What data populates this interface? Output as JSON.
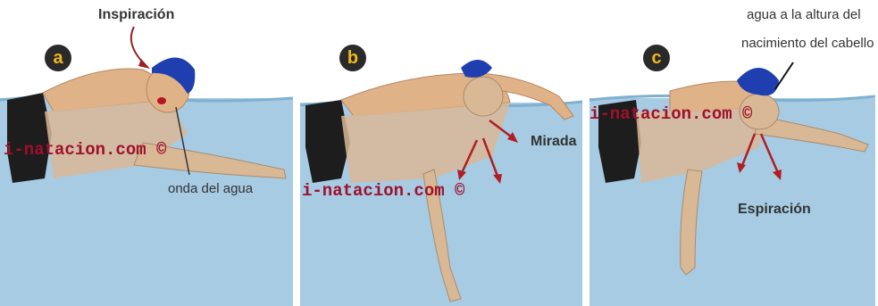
{
  "panels": [
    {
      "badge": "a",
      "labels": {
        "top": "Inspiración",
        "wave": "onda del agua"
      },
      "watermark": "i-natacion.com ©"
    },
    {
      "badge": "b",
      "labels": {
        "gaze": "Mirada"
      },
      "watermark": "i-natacion.com ©"
    },
    {
      "badge": "c",
      "labels": {
        "water_line_1": "agua a la altura del",
        "water_line_2": "nacimiento del cabello",
        "exhale": "Espiración"
      },
      "watermark": "i-natacion.com ©"
    }
  ],
  "colors": {
    "water": "#a6cbe3",
    "water_dark": "#8fbcd9",
    "skin": "#e0b287",
    "cap": "#1f3fb0",
    "trunks": "#1d1d1d",
    "arrow": "#b01e22",
    "watermark": "#a10f2b"
  }
}
